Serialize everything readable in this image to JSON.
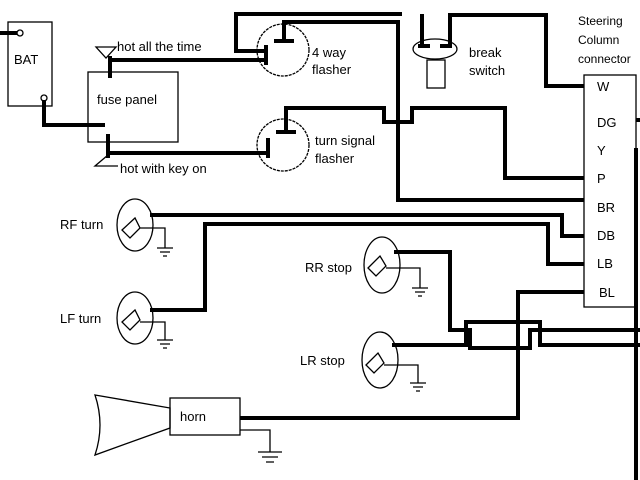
{
  "battery": {
    "label": "BAT"
  },
  "fuse_panel": {
    "label": "fuse panel",
    "hot_always": "hot all the time",
    "hot_key": "hot with key on"
  },
  "four_way_flasher": {
    "line1": "4 way",
    "line2": "flasher"
  },
  "turn_signal_flasher": {
    "line1": "turn signal",
    "line2": "flasher"
  },
  "brake_switch": {
    "line1": "break",
    "line2": "switch"
  },
  "connector": {
    "title": [
      "Steering",
      "Column",
      "connector"
    ],
    "pins": [
      "W",
      "DG",
      "Y",
      "P",
      "BR",
      "DB",
      "LB",
      "BL"
    ]
  },
  "lamps": {
    "rf_turn": "RF turn",
    "lf_turn": "LF turn",
    "rr_stop": "RR stop",
    "lr_stop": "LR stop"
  },
  "horn": {
    "label": "horn"
  }
}
